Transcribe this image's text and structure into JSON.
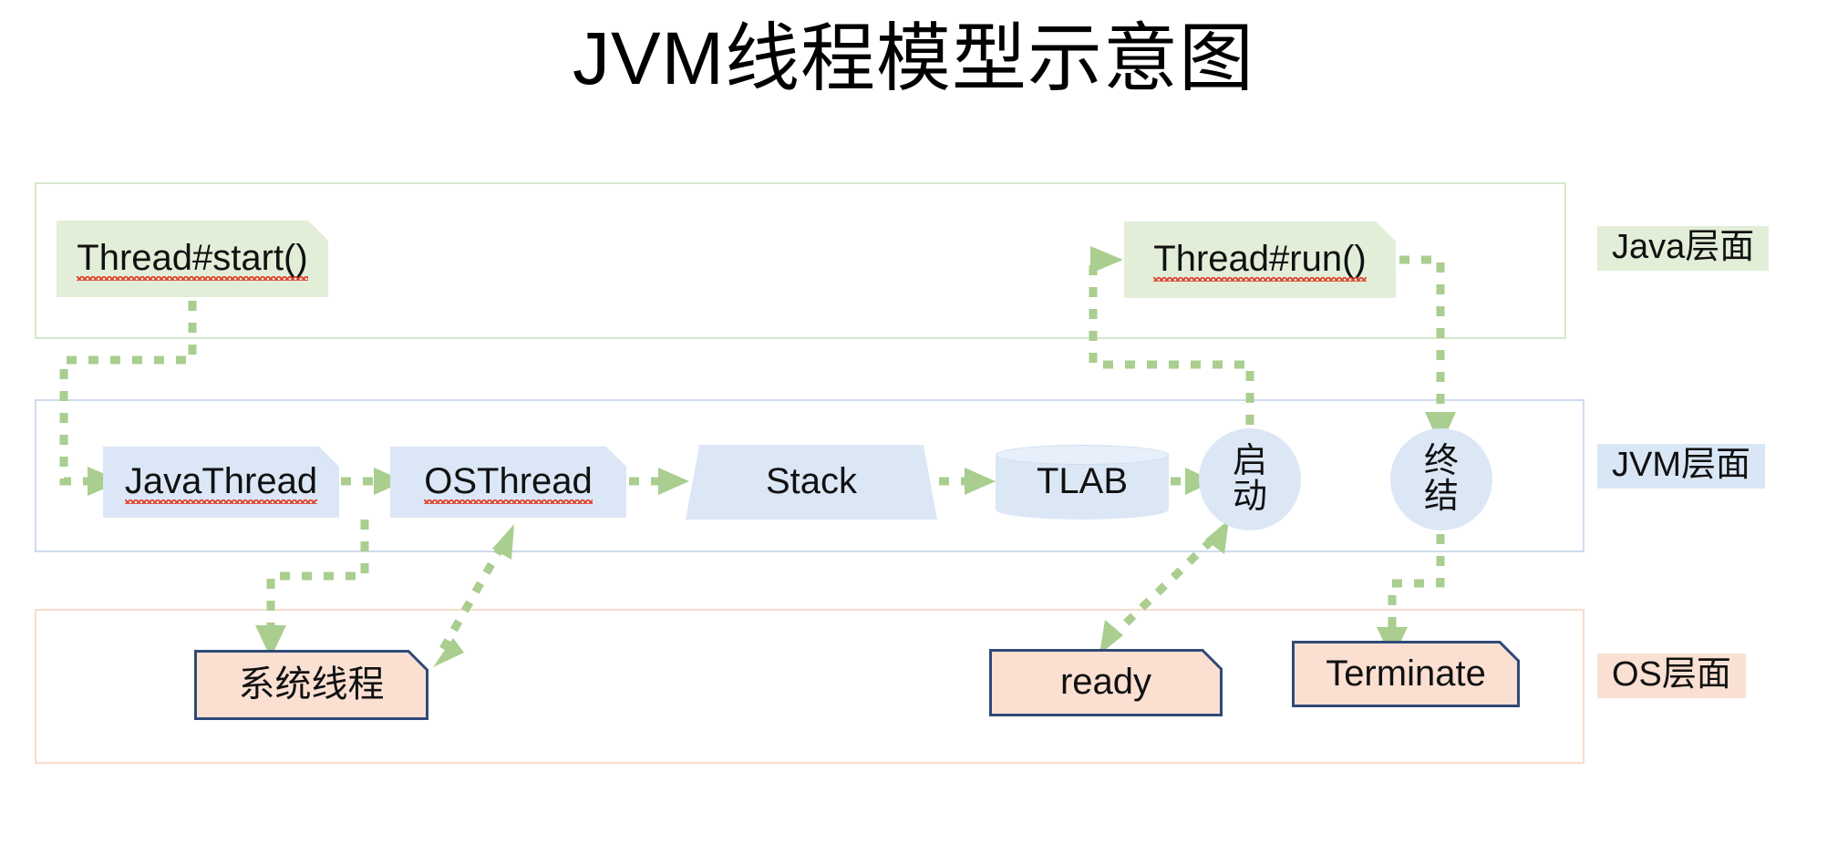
{
  "title": "JVM线程模型示意图",
  "colors": {
    "arrow_green": "#a9ce8f",
    "java_fill": "#e2eed8",
    "jvm_fill": "#dce7f6",
    "os_fill": "#fbe0d2",
    "os_stroke": "#2f4a77",
    "spellcheck_red": "#e0402a"
  },
  "layers": [
    {
      "id": "java",
      "legend": "Java层面"
    },
    {
      "id": "jvm",
      "legend": "JVM层面"
    },
    {
      "id": "os",
      "legend": "OS层面"
    }
  ],
  "nodes": {
    "java": [
      {
        "id": "thread-start",
        "label": "Thread#start()",
        "shape": "note",
        "spellcheck": true
      },
      {
        "id": "thread-run",
        "label": "Thread#run()",
        "shape": "note",
        "spellcheck": true
      }
    ],
    "jvm": [
      {
        "id": "javathread",
        "label": "JavaThread",
        "shape": "note",
        "spellcheck": true
      },
      {
        "id": "osthread",
        "label": "OSThread",
        "shape": "note",
        "spellcheck": true
      },
      {
        "id": "stack",
        "label": "Stack",
        "shape": "trapezoid",
        "spellcheck": false
      },
      {
        "id": "tlab",
        "label": "TLAB",
        "shape": "cylinder",
        "spellcheck": false
      },
      {
        "id": "qidong",
        "label": "启动",
        "shape": "circle",
        "spellcheck": false
      },
      {
        "id": "zhongjie",
        "label": "终结",
        "shape": "circle",
        "spellcheck": false
      }
    ],
    "os": [
      {
        "id": "xitong",
        "label": "系统线程",
        "shape": "note",
        "spellcheck": false
      },
      {
        "id": "ready",
        "label": "ready",
        "shape": "note",
        "spellcheck": false
      },
      {
        "id": "terminate",
        "label": "Terminate",
        "shape": "note",
        "spellcheck": false
      }
    ]
  },
  "edges": [
    {
      "from": "thread-start",
      "to": "javathread",
      "style": "dotted-arrow"
    },
    {
      "from": "javathread",
      "to": "osthread",
      "style": "dotted-arrow"
    },
    {
      "from": "javathread",
      "to": "xitong",
      "style": "dotted-arrow"
    },
    {
      "from": "xitong",
      "to": "osthread",
      "style": "dotted-arrow-bidirectional"
    },
    {
      "from": "osthread",
      "to": "stack",
      "style": "dotted-arrow"
    },
    {
      "from": "stack",
      "to": "tlab",
      "style": "dotted-arrow"
    },
    {
      "from": "tlab",
      "to": "qidong",
      "style": "dotted-arrow"
    },
    {
      "from": "ready",
      "to": "qidong",
      "style": "dotted-arrow-bidirectional"
    },
    {
      "from": "qidong",
      "to": "thread-run",
      "style": "dotted-arrow"
    },
    {
      "from": "thread-run",
      "to": "zhongjie",
      "style": "dotted-arrow"
    },
    {
      "from": "zhongjie",
      "to": "terminate",
      "style": "dotted-arrow"
    }
  ]
}
